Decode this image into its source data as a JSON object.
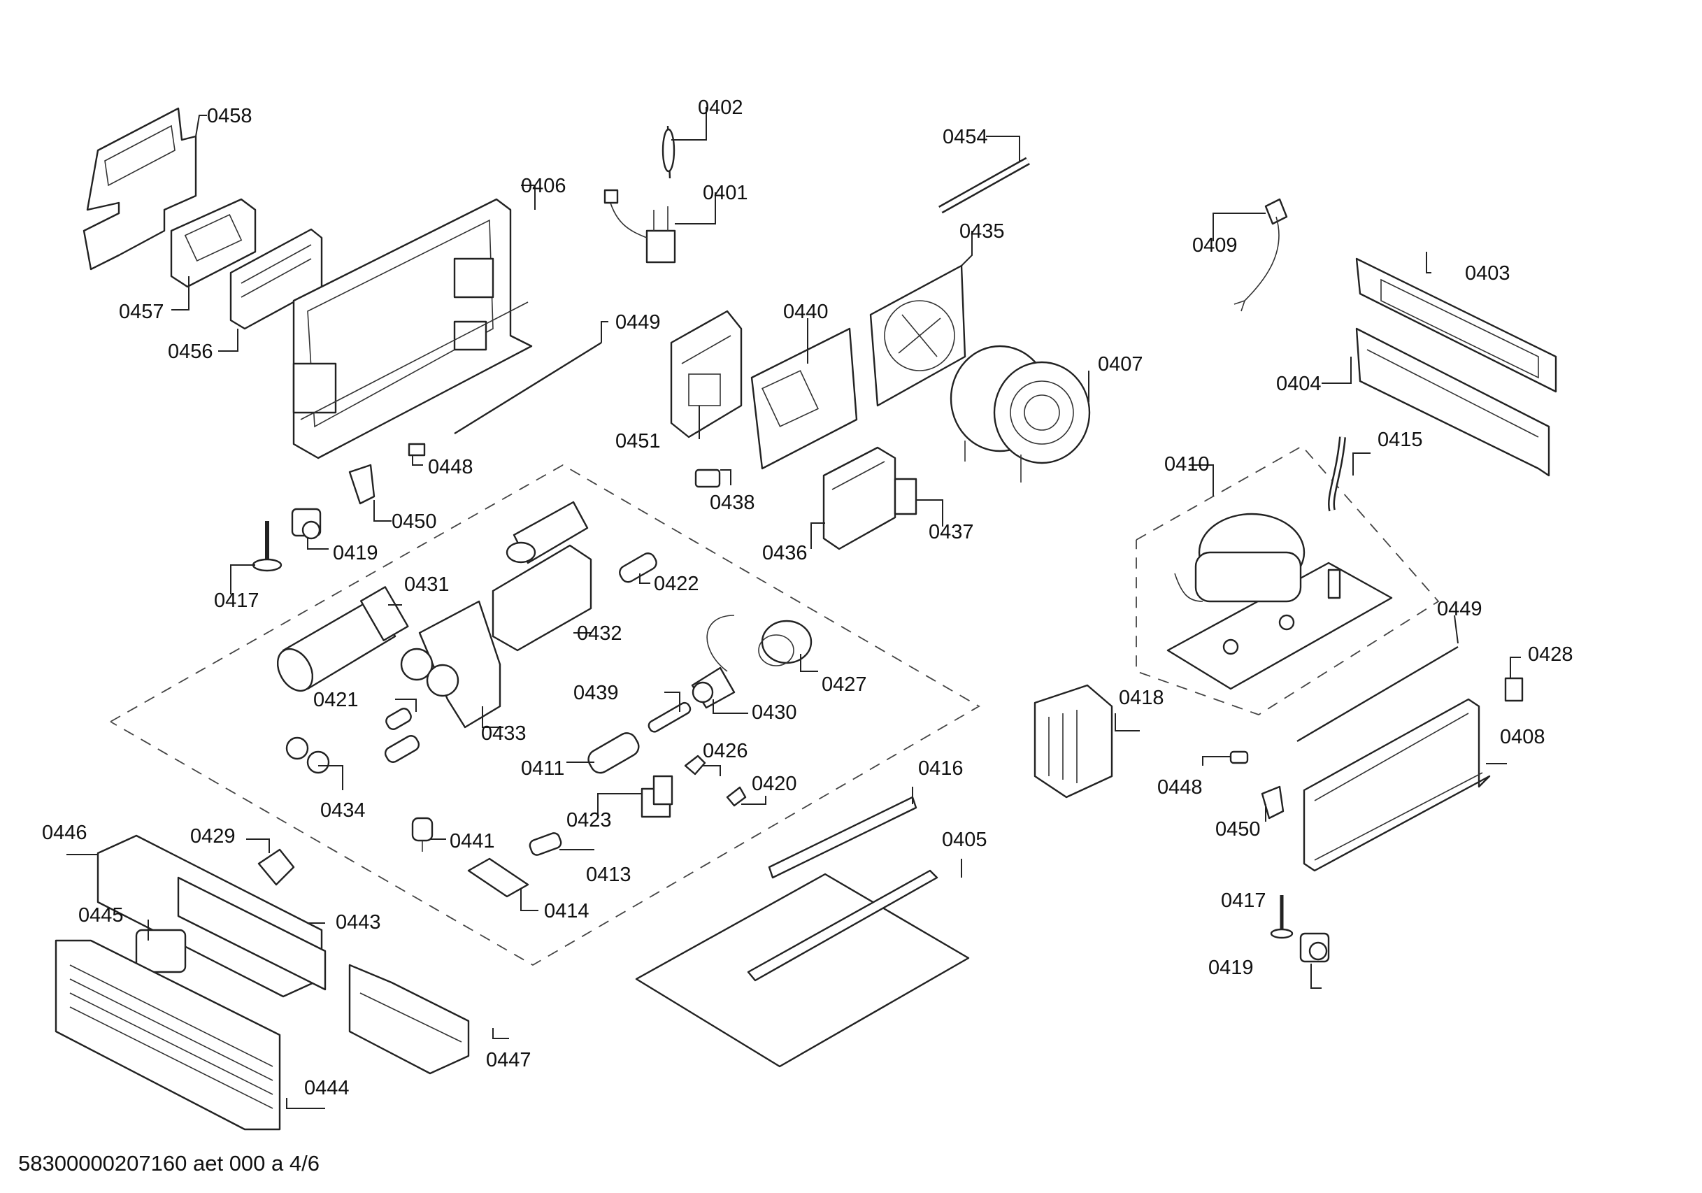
{
  "footer_code": "58300000207160 aet 000 a 4/6",
  "callouts": [
    "0458",
    "0457",
    "0456",
    "0402",
    "0401",
    "0406",
    "0454",
    "0435",
    "0409",
    "0403",
    "0404",
    "0449",
    "0440",
    "0451",
    "0407",
    "0448",
    "0438",
    "0436",
    "0437",
    "0450",
    "0419",
    "0417",
    "0431",
    "0422",
    "0432",
    "0410",
    "0415",
    "0421",
    "0433",
    "0427",
    "0439",
    "0430",
    "0449",
    "0428",
    "0418",
    "0434",
    "0411",
    "0426",
    "0420",
    "0408",
    "0448",
    "0423",
    "0416",
    "0441",
    "0413",
    "0446",
    "0429",
    "0405",
    "0450",
    "0414",
    "0443",
    "0445",
    "0417",
    "0419",
    "0447",
    "0444"
  ]
}
